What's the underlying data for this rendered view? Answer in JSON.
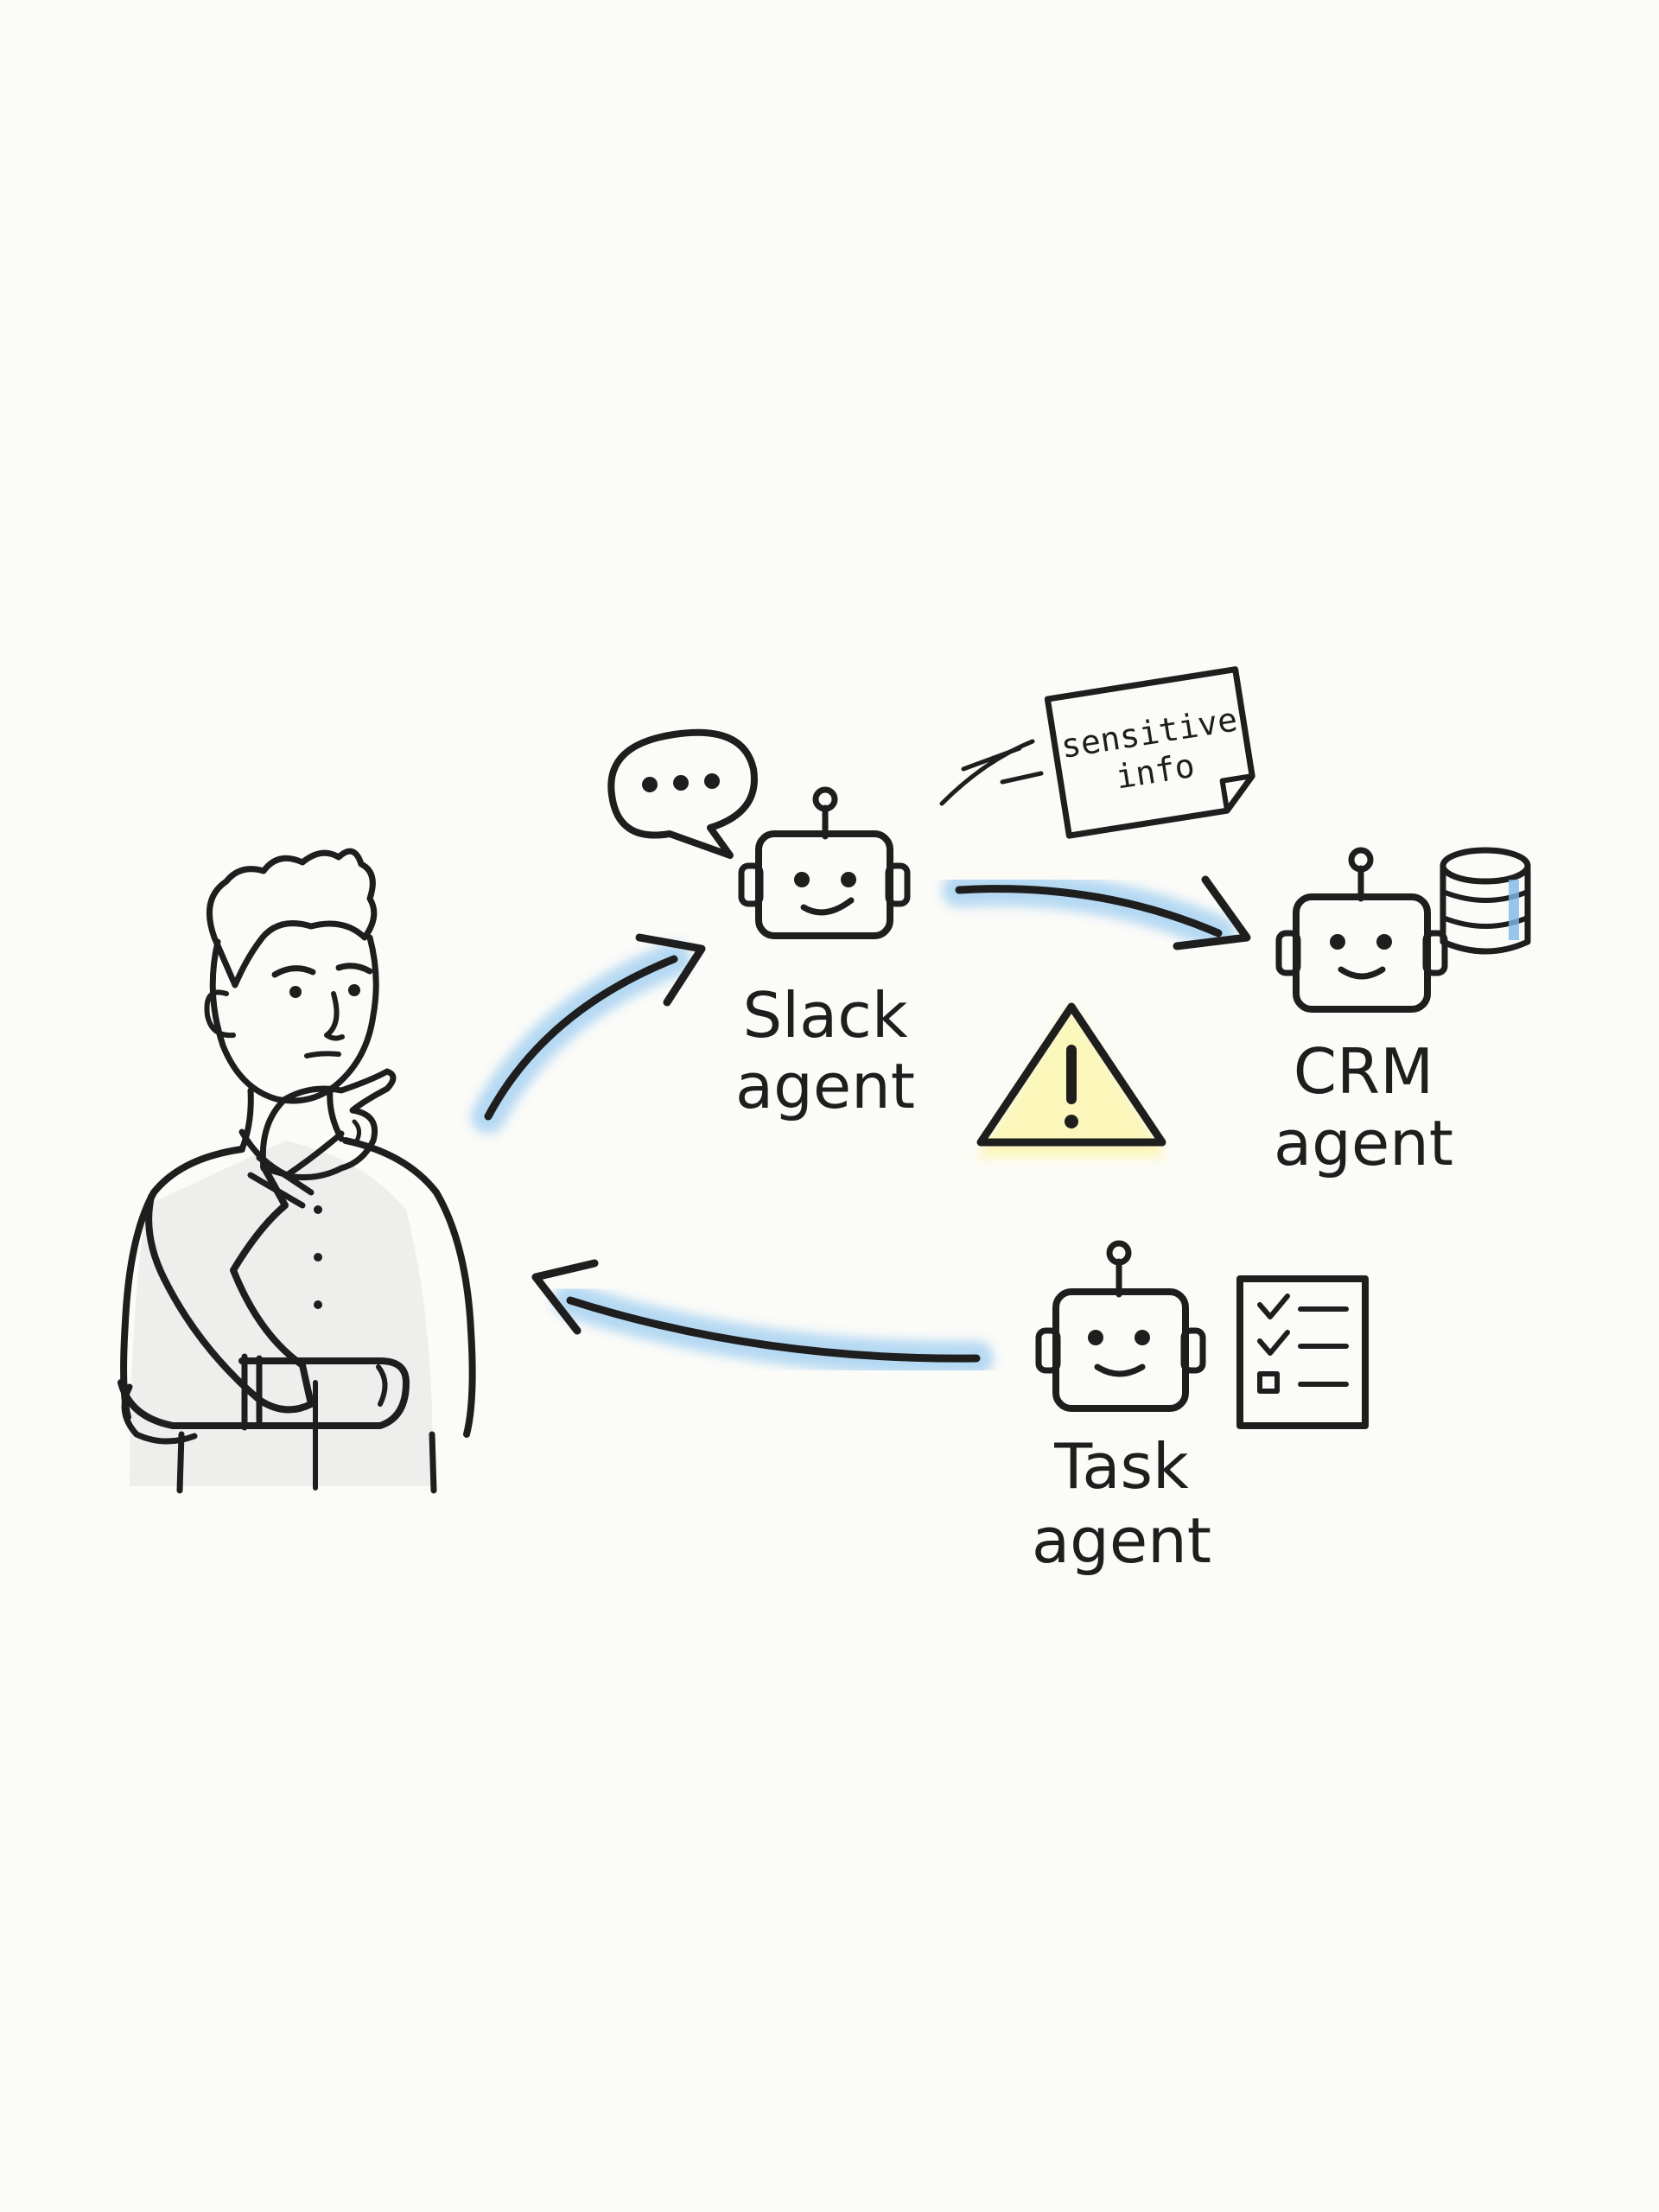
{
  "agents": {
    "slack": {
      "line1": "Slack",
      "line2": "agent"
    },
    "crm": {
      "line1": "CRM",
      "line2": "agent"
    },
    "task": {
      "line1": "Task",
      "line2": "agent"
    }
  },
  "note": {
    "line1": "sensitive",
    "line2": "info"
  },
  "icons": {
    "person": "thinking-person-icon",
    "speech": "speech-bubble-icon",
    "robot": "robot-icon",
    "database": "database-icon",
    "checklist": "checklist-icon",
    "warning": "warning-icon",
    "note": "sticky-note-icon"
  },
  "colors": {
    "ink": "#1e1e1e",
    "arrow_glow": "#a9d3f2",
    "warning_fill": "#f6ef77",
    "warning_glow": "#fbf6b4",
    "note_fill": "#f7f0d8",
    "database_accent": "#7fb8e6",
    "background": "#fbfbf8"
  }
}
